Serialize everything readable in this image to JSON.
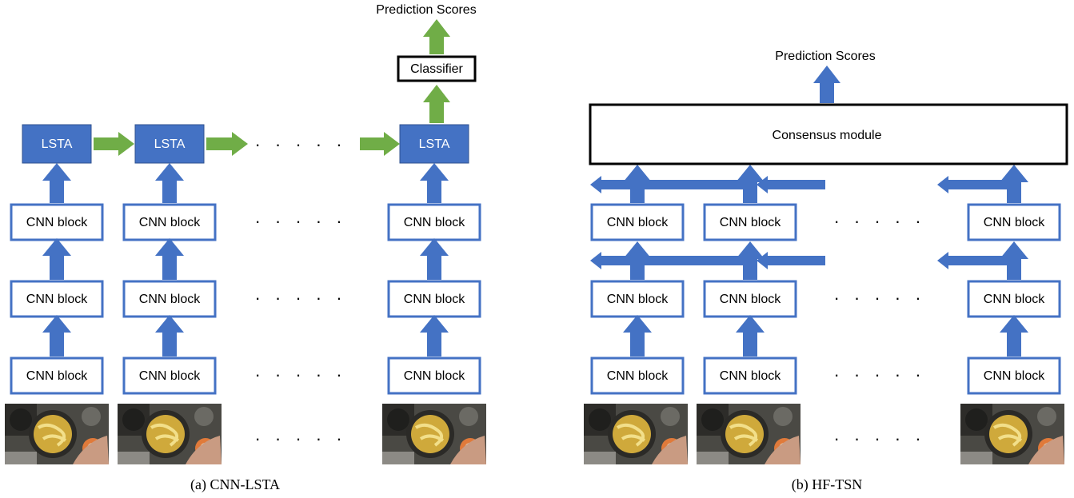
{
  "left": {
    "caption": "(a) CNN-LSTA",
    "top_label": "Prediction Scores",
    "classifier_label": "Classifier",
    "lsta_label": "LSTA",
    "cnn_label": "CNN block"
  },
  "right": {
    "caption": "(b) HF-TSN",
    "top_label": "Prediction Scores",
    "consensus_label": "Consensus module",
    "cnn_label": "CNN block"
  },
  "ellipsis": "· · · · ·",
  "colors": {
    "blue": "#4472c4",
    "green": "#70ad47",
    "box_border": "#4472c4",
    "frame_dark": "#3b3a36",
    "pasta": "#e8c94a"
  }
}
